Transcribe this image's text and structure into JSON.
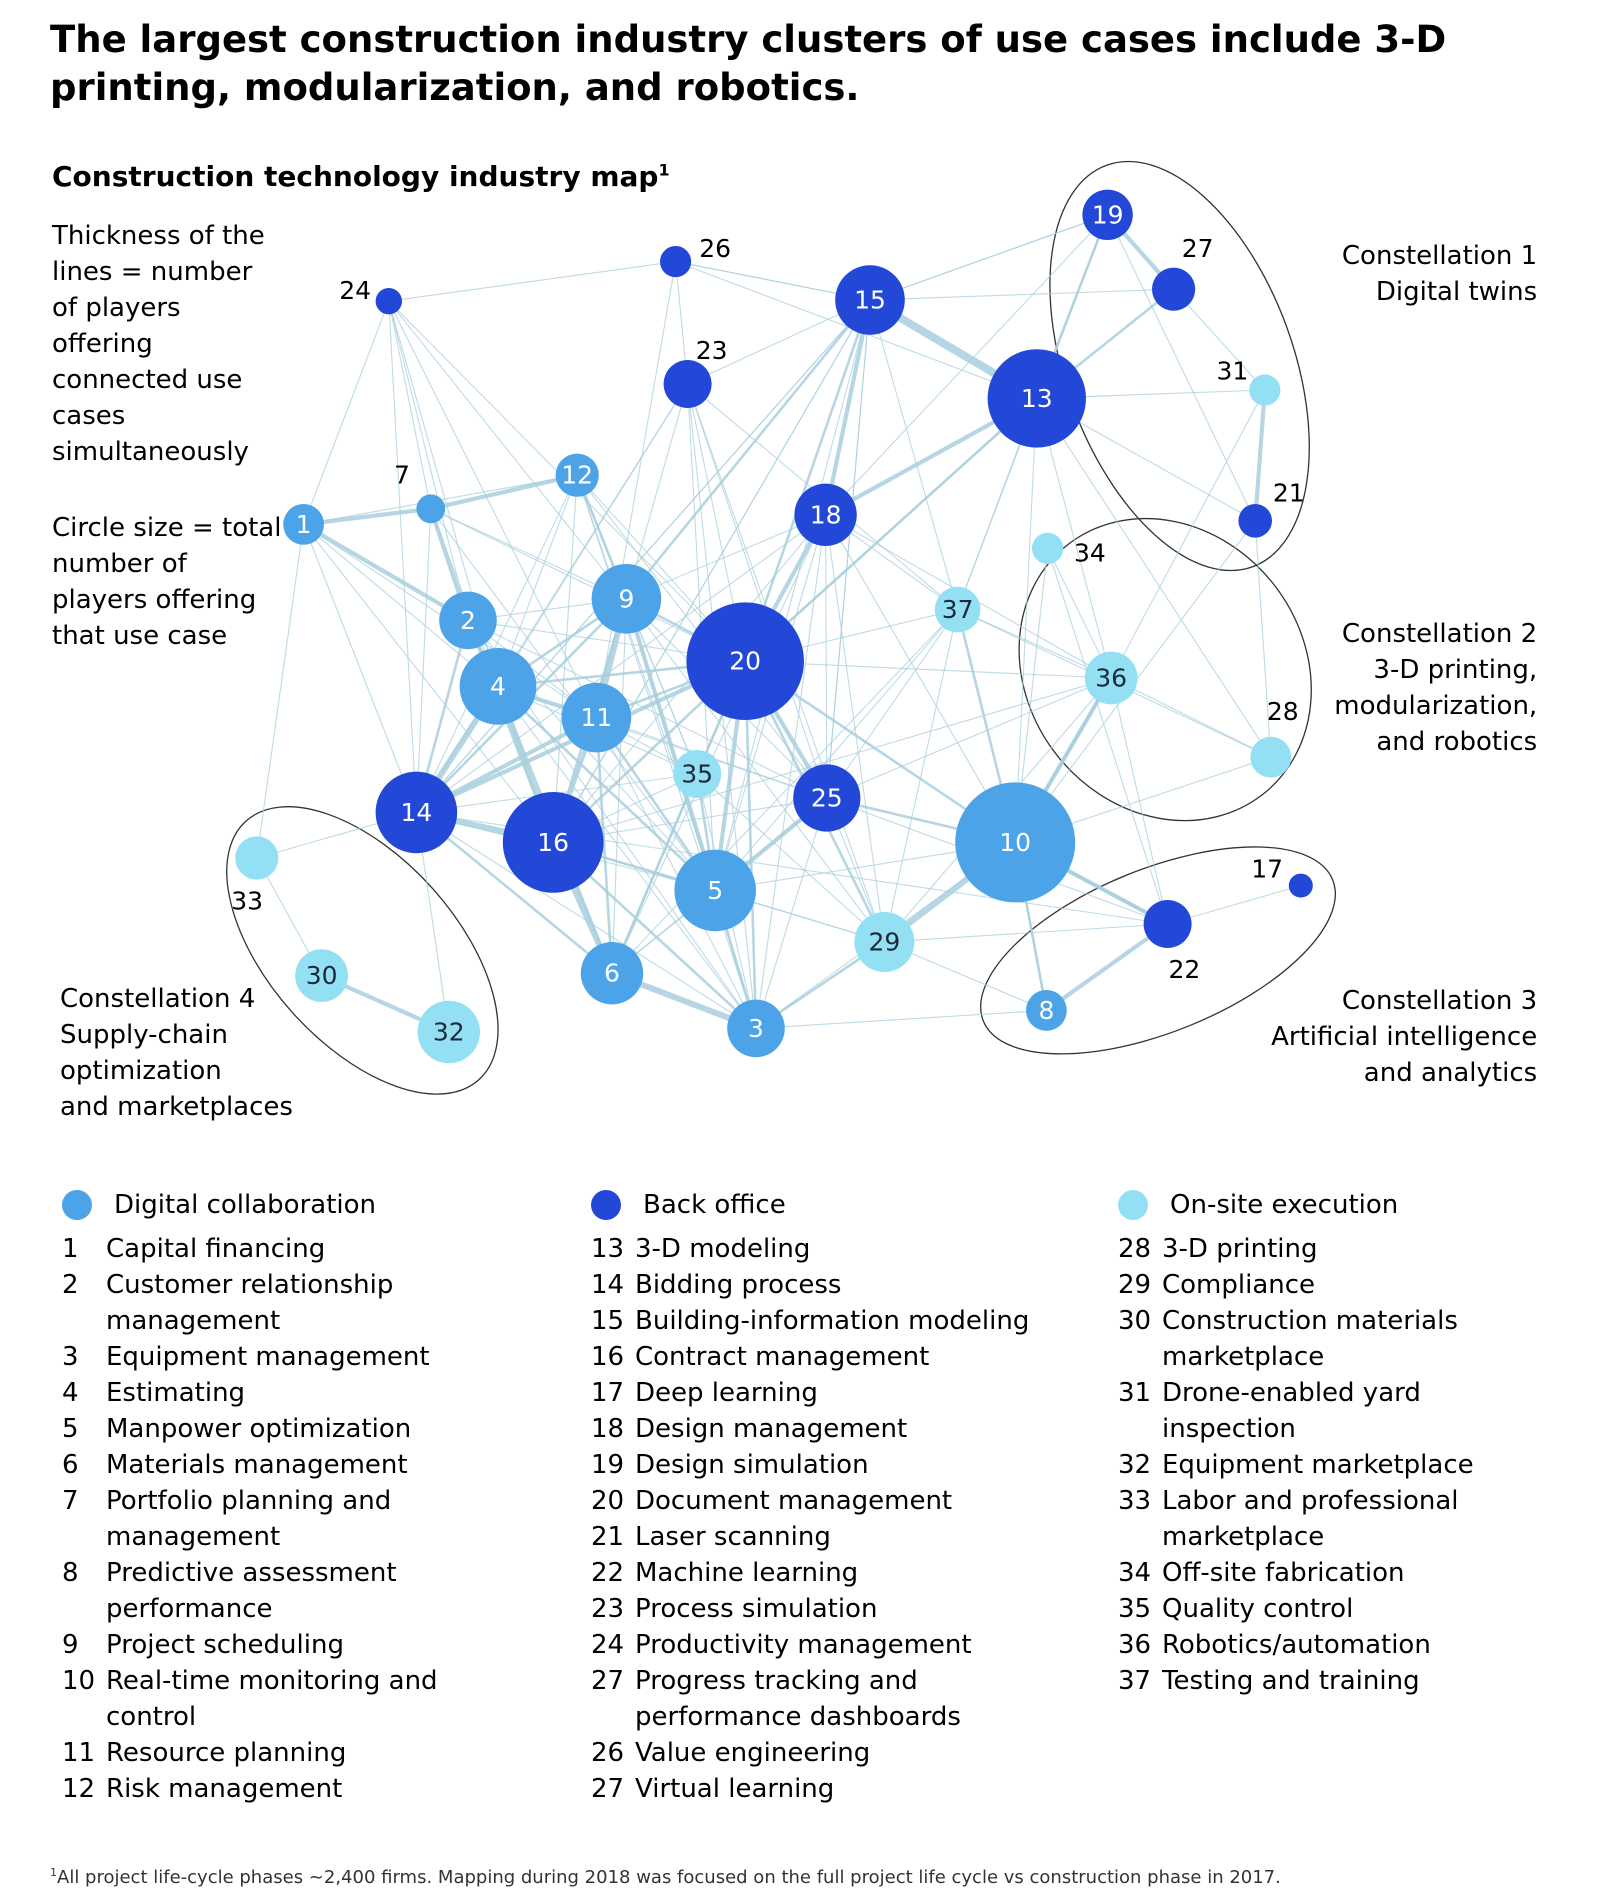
{
  "title": "The largest construction industry clusters of use cases include 3-D printing, modularization, and robotics.",
  "subtitle": "Construction technology industry map",
  "subtitle_sup": "1",
  "notes": {
    "thickness": "Thickness of the lines = number of players offering connected use cases simultaneously",
    "circle": "Circle size = total number of players offering that use case"
  },
  "colors": {
    "digital_collaboration": "#4da3e8",
    "back_office": "#2348d8",
    "on_site_execution": "#93e0f5",
    "edge": "#a9cfdd",
    "ellipse": "#333333"
  },
  "constellations": [
    {
      "number_label": "Constellation 1",
      "name_lines": [
        "Digital twins"
      ]
    },
    {
      "number_label": "Constellation 2",
      "name_lines": [
        "3-D printing,",
        "modularization,",
        "and robotics"
      ]
    },
    {
      "number_label": "Constellation 3",
      "name_lines": [
        "Artificial intelligence",
        "and analytics"
      ]
    },
    {
      "number_label": "Constellation 4",
      "name_lines": [
        "Supply-chain",
        "optimization",
        "and marketplaces"
      ]
    }
  ],
  "nodes": [
    {
      "id": "1",
      "category": "digital_collaboration"
    },
    {
      "id": "2",
      "category": "digital_collaboration"
    },
    {
      "id": "3",
      "category": "digital_collaboration"
    },
    {
      "id": "4",
      "category": "digital_collaboration"
    },
    {
      "id": "5",
      "category": "digital_collaboration"
    },
    {
      "id": "6",
      "category": "digital_collaboration"
    },
    {
      "id": "7",
      "category": "digital_collaboration"
    },
    {
      "id": "8",
      "category": "digital_collaboration"
    },
    {
      "id": "9",
      "category": "digital_collaboration"
    },
    {
      "id": "10",
      "category": "digital_collaboration"
    },
    {
      "id": "11",
      "category": "digital_collaboration"
    },
    {
      "id": "12",
      "category": "digital_collaboration"
    },
    {
      "id": "13",
      "category": "back_office"
    },
    {
      "id": "14",
      "category": "back_office"
    },
    {
      "id": "15",
      "category": "back_office"
    },
    {
      "id": "16",
      "category": "back_office"
    },
    {
      "id": "17",
      "category": "back_office"
    },
    {
      "id": "18",
      "category": "back_office"
    },
    {
      "id": "19",
      "category": "back_office"
    },
    {
      "id": "20",
      "category": "back_office"
    },
    {
      "id": "21",
      "category": "back_office"
    },
    {
      "id": "22",
      "category": "back_office"
    },
    {
      "id": "23",
      "category": "back_office"
    },
    {
      "id": "24",
      "category": "back_office"
    },
    {
      "id": "25",
      "category": "back_office"
    },
    {
      "id": "26",
      "category": "back_office"
    },
    {
      "id": "27",
      "category": "back_office"
    },
    {
      "id": "28",
      "category": "on_site_execution"
    },
    {
      "id": "29",
      "category": "on_site_execution"
    },
    {
      "id": "30",
      "category": "on_site_execution"
    },
    {
      "id": "31",
      "category": "on_site_execution"
    },
    {
      "id": "32",
      "category": "on_site_execution"
    },
    {
      "id": "33",
      "category": "on_site_execution"
    },
    {
      "id": "34",
      "category": "on_site_execution"
    },
    {
      "id": "35",
      "category": "on_site_execution"
    },
    {
      "id": "36",
      "category": "on_site_execution"
    },
    {
      "id": "37",
      "category": "on_site_execution"
    }
  ],
  "legend": [
    {
      "heading": "Digital collaboration",
      "category": "digital_collaboration",
      "items": [
        {
          "num": "1",
          "lines": [
            "Capital financing"
          ]
        },
        {
          "num": "2",
          "lines": [
            "Customer relationship",
            "management"
          ]
        },
        {
          "num": "3",
          "lines": [
            "Equipment management"
          ]
        },
        {
          "num": "4",
          "lines": [
            "Estimating"
          ]
        },
        {
          "num": "5",
          "lines": [
            "Manpower optimization"
          ]
        },
        {
          "num": "6",
          "lines": [
            "Materials management"
          ]
        },
        {
          "num": "7",
          "lines": [
            "Portfolio planning and",
            "management"
          ]
        },
        {
          "num": "8",
          "lines": [
            "Predictive assessment",
            "performance"
          ]
        },
        {
          "num": "9",
          "lines": [
            "Project scheduling"
          ]
        },
        {
          "num": "10",
          "lines": [
            "Real-time monitoring and",
            "control"
          ]
        },
        {
          "num": "11",
          "lines": [
            "Resource planning"
          ]
        },
        {
          "num": "12",
          "lines": [
            "Risk management"
          ]
        }
      ]
    },
    {
      "heading": "Back office",
      "category": "back_office",
      "items": [
        {
          "num": "13",
          "lines": [
            "3-D modeling"
          ]
        },
        {
          "num": "14",
          "lines": [
            "Bidding process"
          ]
        },
        {
          "num": "15",
          "lines": [
            "Building-information modeling"
          ]
        },
        {
          "num": "16",
          "lines": [
            "Contract management"
          ]
        },
        {
          "num": "17",
          "lines": [
            "Deep learning"
          ]
        },
        {
          "num": "18",
          "lines": [
            "Design management"
          ]
        },
        {
          "num": "19",
          "lines": [
            "Design simulation"
          ]
        },
        {
          "num": "20",
          "lines": [
            "Document management"
          ]
        },
        {
          "num": "21",
          "lines": [
            "Laser scanning"
          ]
        },
        {
          "num": "22",
          "lines": [
            "Machine learning"
          ]
        },
        {
          "num": "23",
          "lines": [
            "Process simulation"
          ]
        },
        {
          "num": "24",
          "lines": [
            "Productivity management"
          ]
        },
        {
          "num": "27",
          "lines": [
            "Progress tracking and",
            "performance dashboards"
          ]
        },
        {
          "num": "26",
          "lines": [
            "Value engineering"
          ]
        },
        {
          "num": "27",
          "lines": [
            "Virtual learning"
          ]
        }
      ]
    },
    {
      "heading": "On-site execution",
      "category": "on_site_execution",
      "items": [
        {
          "num": "28",
          "lines": [
            "3-D printing"
          ]
        },
        {
          "num": "29",
          "lines": [
            "Compliance"
          ]
        },
        {
          "num": "30",
          "lines": [
            "Construction materials",
            "marketplace"
          ]
        },
        {
          "num": "31",
          "lines": [
            "Drone-enabled yard",
            "inspection"
          ]
        },
        {
          "num": "32",
          "lines": [
            "Equipment marketplace"
          ]
        },
        {
          "num": "33",
          "lines": [
            "Labor and professional",
            "marketplace"
          ]
        },
        {
          "num": "34",
          "lines": [
            "Off-site fabrication"
          ]
        },
        {
          "num": "35",
          "lines": [
            "Quality control"
          ]
        },
        {
          "num": "36",
          "lines": [
            "Robotics/automation"
          ]
        },
        {
          "num": "37",
          "lines": [
            "Testing and training"
          ]
        }
      ]
    }
  ],
  "footnote_sup": "1",
  "footnote": "All project life-cycle phases ~2,400 firms. Mapping during 2018 was focused on the full project life cycle vs construction phase in 2017."
}
